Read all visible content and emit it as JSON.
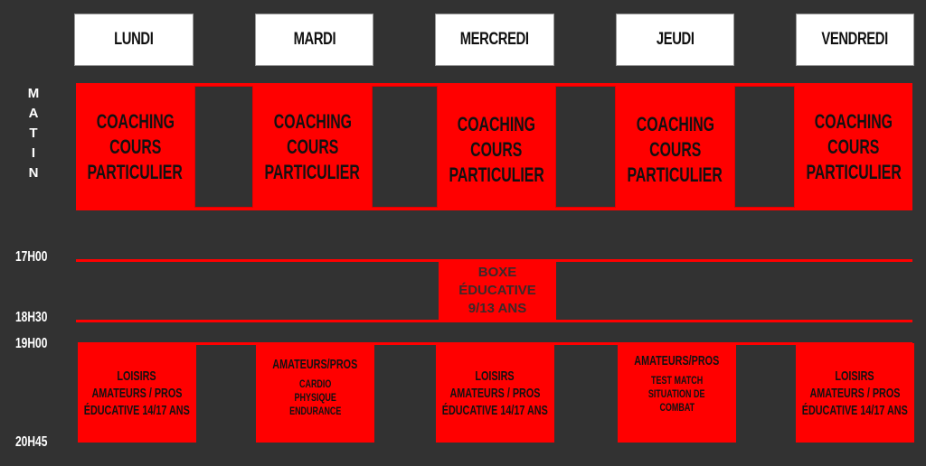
{
  "colors": {
    "background": "#323232",
    "accent": "#ff0000",
    "header_bg": "#ffffff"
  },
  "days": [
    {
      "label": "LUNDI"
    },
    {
      "label": "MARDI"
    },
    {
      "label": "MERCREDI"
    },
    {
      "label": "JEUDI"
    },
    {
      "label": "VENDREDI"
    }
  ],
  "side": {
    "matin": [
      "M",
      "A",
      "T",
      "I",
      "N"
    ],
    "times": {
      "t1700": "17H00",
      "t1830": "18H30",
      "t1900": "19H00",
      "t2045": "20H45"
    }
  },
  "morning": [
    {
      "lines": [
        "COACHING",
        "COURS",
        "PARTICULIER"
      ]
    },
    {
      "lines": [
        "COACHING",
        "COURS",
        "PARTICULIER"
      ]
    },
    {
      "lines": [
        "COACHING",
        "COURS",
        "PARTICULIER"
      ]
    },
    {
      "lines": [
        "COACHING",
        "COURS",
        "PARTICULIER"
      ]
    },
    {
      "lines": [
        "COACHING",
        "COURS",
        "PARTICULIER"
      ]
    }
  ],
  "afternoon": {
    "mercredi": {
      "lines": [
        "BOXE",
        "ÉDUCATIVE",
        "9/13 ANS"
      ]
    }
  },
  "evening": [
    {
      "lines": [
        "LOISIRS",
        "AMATEURS / PROS",
        "ÉDUCATIVE 14/17 ANS"
      ]
    },
    {
      "title": "AMATEURS/PROS",
      "lines": [
        "CARDIO",
        "PHYSIQUE",
        "ENDURANCE"
      ]
    },
    {
      "lines": [
        "LOISIRS",
        "AMATEURS / PROS",
        "ÉDUCATIVE 14/17 ANS"
      ]
    },
    {
      "title": "AMATEURS/PROS",
      "lines": [
        "TEST MATCH",
        "SITUATION DE",
        "COMBAT"
      ]
    },
    {
      "lines": [
        "LOISIRS",
        "AMATEURS / PROS",
        "ÉDUCATIVE 14/17 ANS"
      ]
    }
  ]
}
